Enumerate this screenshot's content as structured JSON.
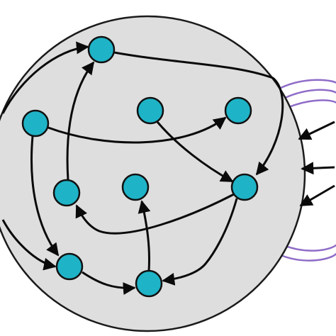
{
  "colors": {
    "background": "#ffffff",
    "network_fill": "#dedede",
    "network_stroke": "#1a1a1a",
    "node_fill": "#1fb3c7",
    "node_stroke": "#111111",
    "edge": "#0a0a0a",
    "field_arc": "#8f6cc8"
  },
  "nodes": [
    {
      "id": "n1"
    },
    {
      "id": "n2"
    },
    {
      "id": "n3"
    },
    {
      "id": "n4"
    },
    {
      "id": "n5"
    },
    {
      "id": "n6"
    },
    {
      "id": "n7"
    },
    {
      "id": "n8"
    },
    {
      "id": "n9"
    },
    {
      "id": "n10"
    }
  ],
  "edges": [
    {
      "from": "n2",
      "to": "n1",
      "directed": true
    },
    {
      "from": "n3",
      "to": "n6",
      "directed": true
    },
    {
      "from": "n1",
      "to": "n6",
      "directed": true
    },
    {
      "from": "n2",
      "to": "n4",
      "directed": true
    },
    {
      "from": "n7",
      "to": "n1",
      "directed": true
    },
    {
      "from": "n2",
      "to": "n9",
      "directed": true
    },
    {
      "from": "n6",
      "to": "n7",
      "directed": true
    },
    {
      "from": "n6",
      "to": "n10",
      "directed": true
    },
    {
      "from": "n9",
      "to": "n10",
      "directed": true
    },
    {
      "from": "n10",
      "to": "n8",
      "directed": true
    }
  ],
  "external_inputs": [
    {
      "id": "in1",
      "target": "network"
    },
    {
      "id": "in2",
      "target": "network"
    },
    {
      "id": "in3",
      "target": "network"
    }
  ],
  "field_arcs": [
    {
      "id": "arc1"
    },
    {
      "id": "arc2"
    },
    {
      "id": "arc3"
    }
  ]
}
